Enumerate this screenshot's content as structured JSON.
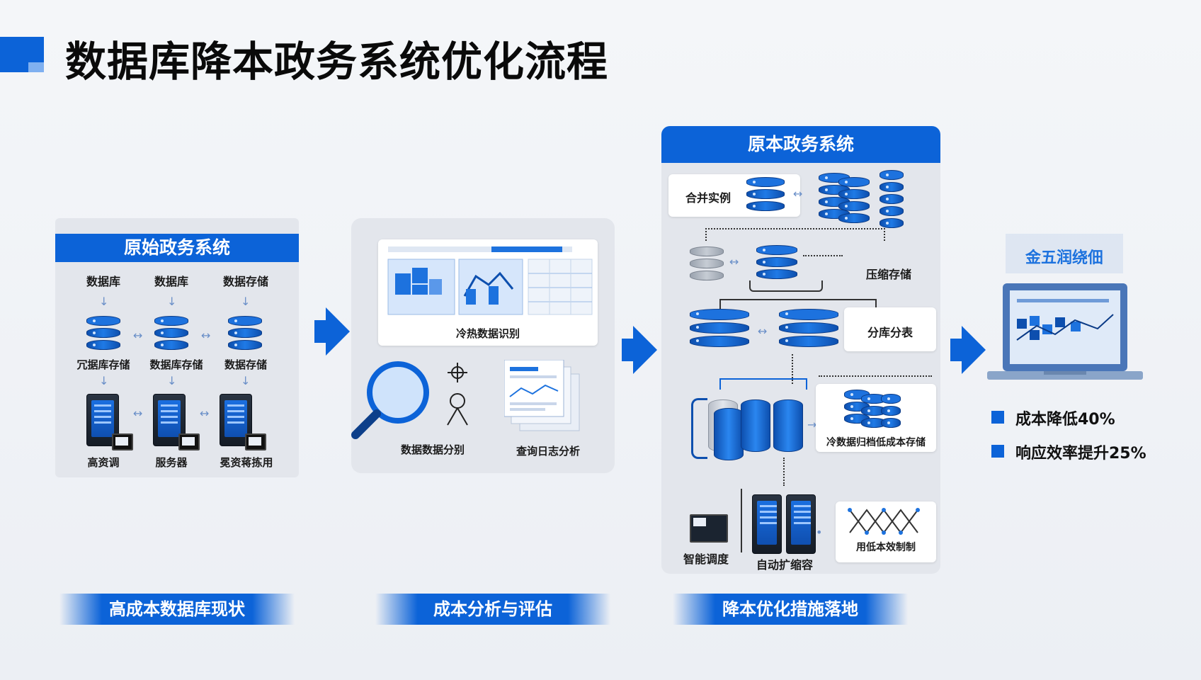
{
  "title": "数据库降本政务系统优化流程",
  "panel1": {
    "header": "原始政务系统",
    "top_labels": [
      "数据库",
      "数据库",
      "数据存储"
    ],
    "mid_labels": [
      "冗据库存储",
      "数据库存储",
      "数据存储"
    ],
    "bottom_labels": [
      "高资调",
      "服务器",
      "冕资蒋拣用"
    ]
  },
  "panel2": {
    "card_label": "冷热数据识别",
    "left_label": "数据数据分别",
    "right_label": "查询日志分析"
  },
  "panel3": {
    "header": "原本政务系统",
    "merge_label": "合并实例",
    "compress_label": "压缩存储",
    "shard_label": "分库分表",
    "archive_label": "冷数据归档低成本存储",
    "schedule_label": "智能调度",
    "autoscale_label": "自动扩缩容",
    "mechanism_label": "用低本效制制"
  },
  "result": {
    "heading": "金五润绕佃",
    "items": [
      "成本降低40%",
      "响应效率提升25%"
    ]
  },
  "stages": [
    "高成本数据库现状",
    "成本分析与评估",
    "降本优化措施落地"
  ],
  "colors": {
    "accent": "#0c63d8",
    "panel": "#e3e6ec"
  }
}
